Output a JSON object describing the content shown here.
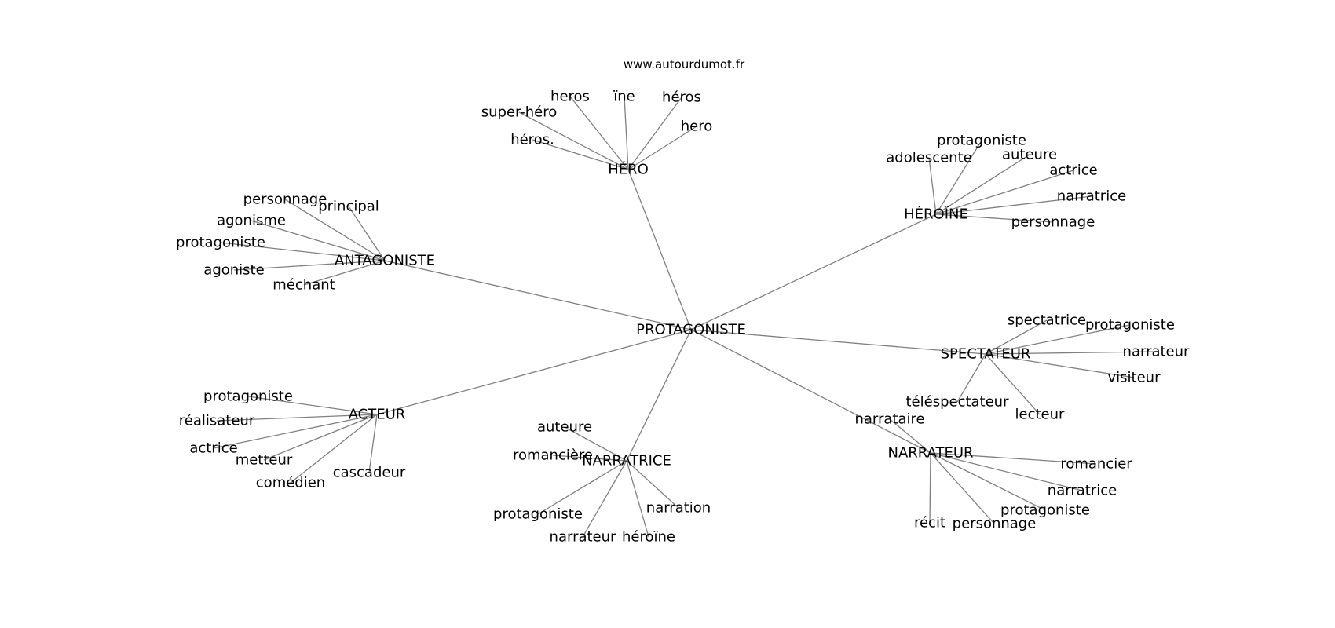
{
  "watermark": "www.autourdumot.fr",
  "graph": {
    "center": "PROTAGONISTE",
    "hubs": [
      {
        "label": "HÉRO",
        "leaves": [
          "heros",
          "ïne",
          "héros",
          "super-héro",
          "hero",
          "héros."
        ]
      },
      {
        "label": "HÉROÏNE",
        "leaves": [
          "protagoniste",
          "adolescente",
          "auteure",
          "actrice",
          "narratrice",
          "personnage"
        ]
      },
      {
        "label": "ANTAGONISTE",
        "leaves": [
          "personnage",
          "principal",
          "agonisme",
          "protagoniste",
          "agoniste",
          "méchant"
        ]
      },
      {
        "label": "SPECTATEUR",
        "leaves": [
          "spectatrice",
          "protagoniste",
          "narrateur",
          "visiteur",
          "téléspectateur",
          "lecteur"
        ]
      },
      {
        "label": "ACTEUR",
        "leaves": [
          "protagoniste",
          "réalisateur",
          "actrice",
          "metteur",
          "comédien",
          "cascadeur"
        ]
      },
      {
        "label": "NARRATRICE",
        "leaves": [
          "auteure",
          "romancière",
          "narration",
          "protagoniste",
          "narrateur",
          "héroïne"
        ]
      },
      {
        "label": "NARRATEUR",
        "leaves": [
          "narrataire",
          "romancier",
          "narratrice",
          "protagoniste",
          "récit",
          "personnage"
        ]
      }
    ]
  }
}
